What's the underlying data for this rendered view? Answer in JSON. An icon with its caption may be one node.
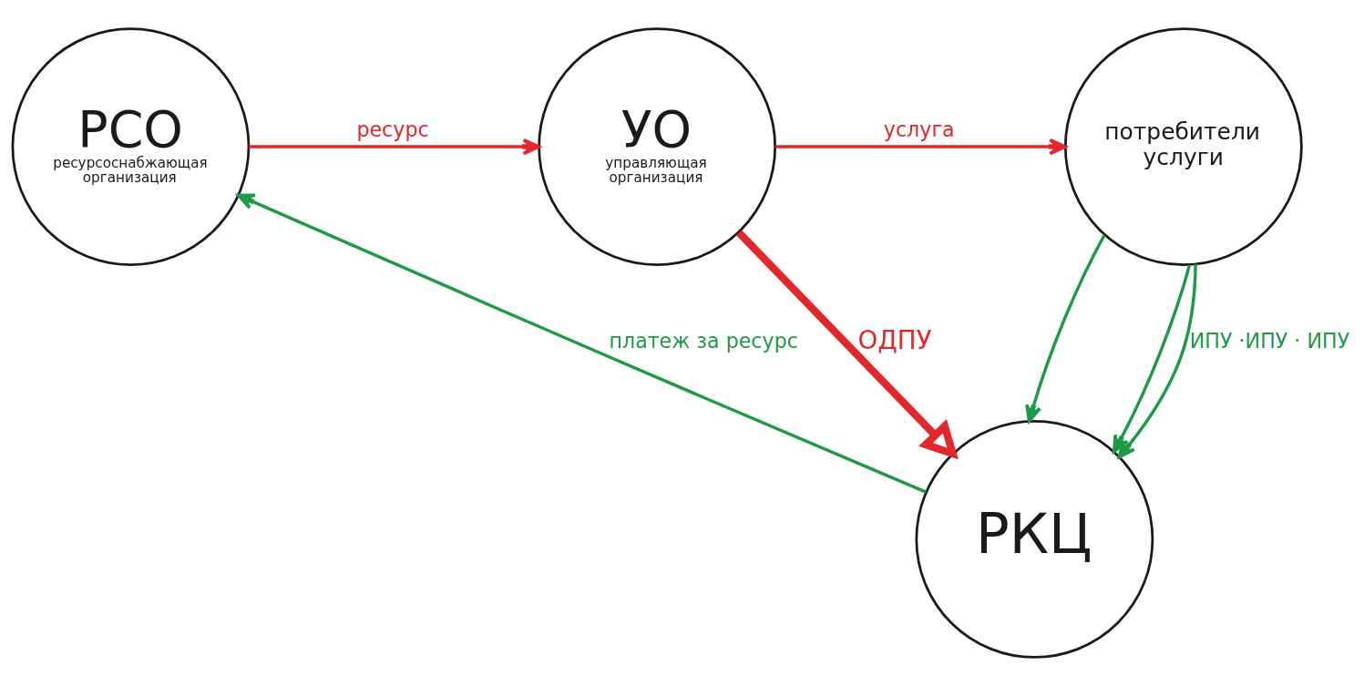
{
  "diagram": {
    "nodes": [
      {
        "text": [
          "РСО",
          "ресурсоснабжающая организация"
        ]
      },
      {
        "text": [
          "УО",
          "управляющая организация"
        ]
      },
      {
        "text": [
          "потребители услуги"
        ]
      },
      {
        "text": [
          "РКЦ"
        ]
      }
    ],
    "edges": [
      {
        "from": 0,
        "to": 1,
        "arrow": "to",
        "label": "ресурс",
        "color": "#e3262a"
      },
      {
        "from": 1,
        "to": 2,
        "arrow": "to",
        "label": "услуга",
        "color": "#e3262a"
      },
      {
        "from": 1,
        "to": 3,
        "arrow": "to",
        "label": "ОДПУ",
        "style": "thick",
        "color": "#e3262a"
      },
      {
        "from": 2,
        "to": 3,
        "arrow": "to"
      },
      {
        "from": 2,
        "to": 3,
        "arrow": "to"
      },
      {
        "from": 2,
        "to": 3,
        "arrow": "to",
        "label": "ИПУ ·ИПУ · ИПУ"
      },
      {
        "from": 3,
        "to": 0,
        "arrow": "to",
        "label": "платеж за ресурс"
      }
    ]
  }
}
